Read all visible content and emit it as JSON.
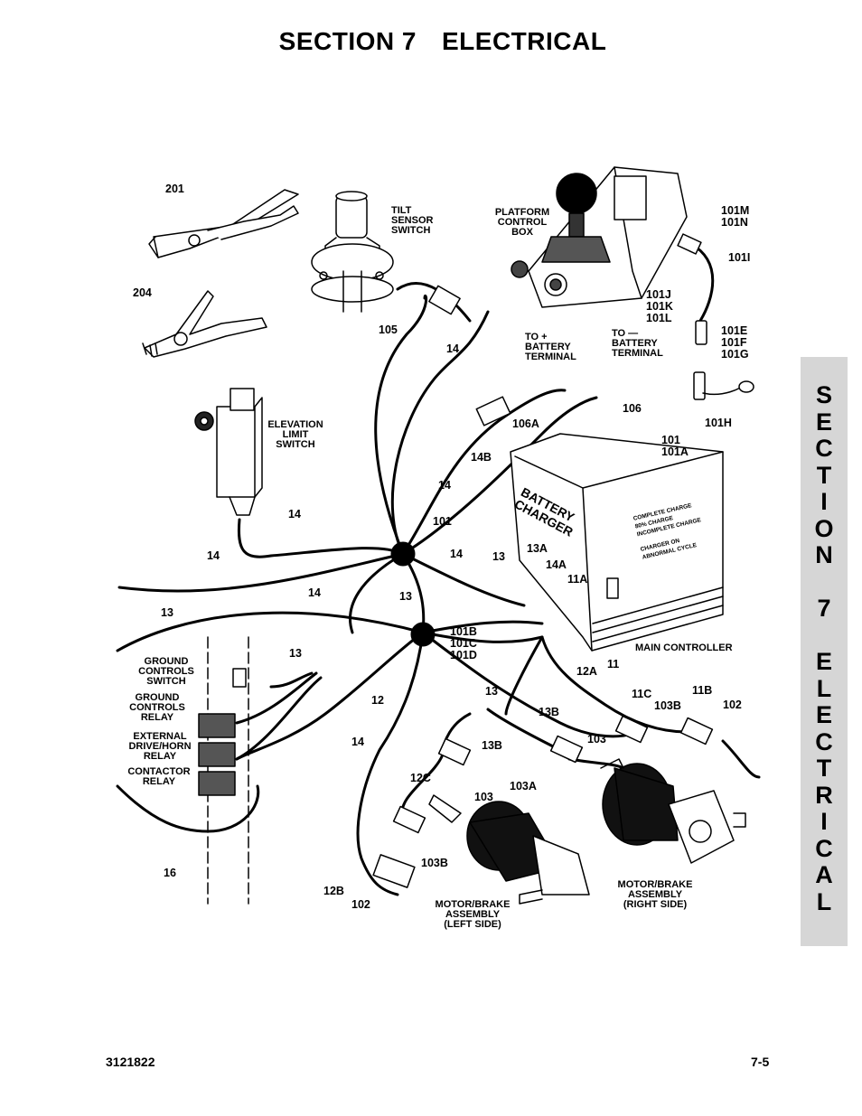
{
  "page": {
    "section_number": "SECTION 7",
    "section_title": "ELECTRICAL",
    "tab_letters": [
      "S",
      "E",
      "C",
      "T",
      "I",
      "O",
      "N",
      "",
      "7",
      "",
      "E",
      "L",
      "E",
      "C",
      "T",
      "R",
      "I",
      "C",
      "A",
      "L"
    ],
    "doc_number": "3121822",
    "page_number": "7-5"
  },
  "diagram": {
    "labels": {
      "l201": "201",
      "l204": "204",
      "tilt": [
        "TILT",
        "SENSOR",
        "SWITCH"
      ],
      "platform": [
        "PLATFORM",
        "CONTROL",
        "BOX"
      ],
      "l101m": [
        "101M",
        "101N"
      ],
      "l101i": "101I",
      "l101j": [
        "101J",
        "101K",
        "101L"
      ],
      "l101e": [
        "101E",
        "101F",
        "101G"
      ],
      "to_pos": [
        "TO +",
        "BATTERY",
        "TERMINAL"
      ],
      "to_neg": [
        "TO —",
        "BATTERY",
        "TERMINAL"
      ],
      "l105": "105",
      "l14a": "14",
      "elev": [
        "ELEVATION",
        "LIMIT",
        "SWITCH"
      ],
      "l106": "106",
      "l106a": "106A",
      "l101h": "101H",
      "l101": [
        "101",
        "101A"
      ],
      "l14b": "14B",
      "l14c": "14",
      "l14d": "14",
      "l101b": "101",
      "l14e": "14",
      "l14f": "14",
      "l13a": "13",
      "l13A": "13A",
      "l14A": "14A",
      "l11A": "11A",
      "l14g": "14",
      "l13b": "13",
      "l13c": "13",
      "l101bcd": [
        "101B",
        "101C",
        "101D"
      ],
      "l13d": "13",
      "ground_sw": [
        "GROUND",
        "CONTROLS",
        "SWITCH"
      ],
      "ground_relay": [
        "GROUND",
        "CONTROLS",
        "RELAY"
      ],
      "ext_relay": [
        "EXTERNAL",
        "DRIVE/HORN",
        "RELAY"
      ],
      "contactor": [
        "CONTACTOR",
        "RELAY"
      ],
      "main_ctrl": "MAIN CONTROLLER",
      "l12A": "12A",
      "l11": "11",
      "l13e": "13",
      "l12": "12",
      "l14h": "14",
      "l11C": "11C",
      "l103B_r": "103B",
      "l11B": "11B",
      "l102_r": "102",
      "l13B": "13B",
      "l13B2": "13B",
      "l103": "103",
      "l12C": "12C",
      "l103A": "103A",
      "l103b": "103",
      "l16": "16",
      "l103B_l": "103B",
      "l12B": "12B",
      "l102_l": "102",
      "motor_l": [
        "MOTOR/BRAKE",
        "ASSEMBLY",
        "(LEFT SIDE)"
      ],
      "motor_r": [
        "MOTOR/BRAKE",
        "ASSEMBLY",
        "(RIGHT SIDE)"
      ],
      "charger_brand": [
        "BATTERY",
        "CHARGER"
      ],
      "charger_legend": [
        "COMPLETE CHARGE",
        "80% CHARGE",
        "INCOMPLETE CHARGE",
        "CHARGER ON",
        "ABNORMAL CYCLE"
      ]
    }
  }
}
